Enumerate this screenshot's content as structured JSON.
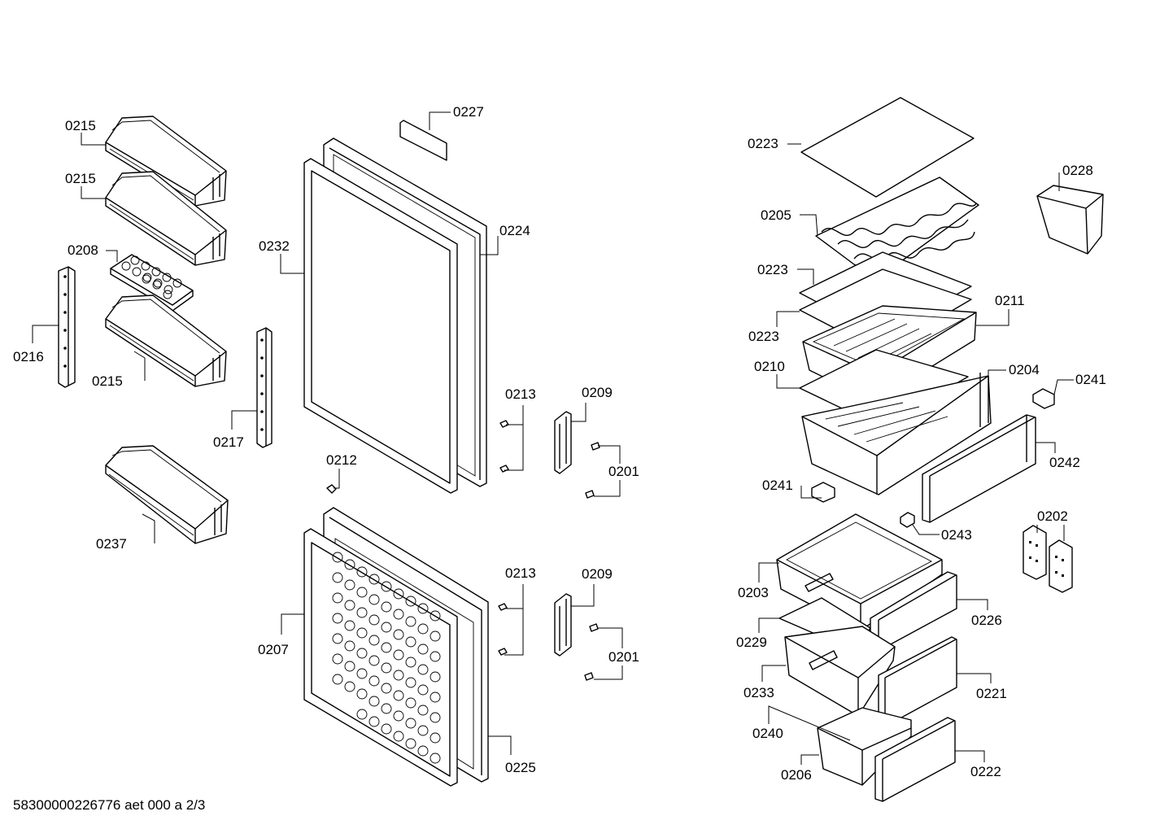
{
  "diagram": {
    "footer_code": "58300000226776 aet 000 a 2/3",
    "labels": {
      "l0215a": "0215",
      "l0215b": "0215",
      "l0208": "0208",
      "l0216": "0216",
      "l0215c": "0215",
      "l0217": "0217",
      "l0237": "0237",
      "l0227": "0227",
      "l0232": "0232",
      "l0224": "0224",
      "l0213a": "0213",
      "l0209a": "0209",
      "l0201a": "0201",
      "l0212": "0212",
      "l0213b": "0213",
      "l0209b": "0209",
      "l0201b": "0201",
      "l0207": "0207",
      "l0225": "0225",
      "l0223a": "0223",
      "l0228": "0228",
      "l0205": "0205",
      "l0223b": "0223",
      "l0211": "0211",
      "l0223c": "0223",
      "l0210": "0210",
      "l0204": "0204",
      "l0241a": "0241",
      "l0242": "0242",
      "l0241b": "0241",
      "l0243": "0243",
      "l0202": "0202",
      "l0203": "0203",
      "l0226": "0226",
      "l0229": "0229",
      "l0233": "0233",
      "l0221": "0221",
      "l0240": "0240",
      "l0206": "0206",
      "l0222": "0222"
    }
  }
}
